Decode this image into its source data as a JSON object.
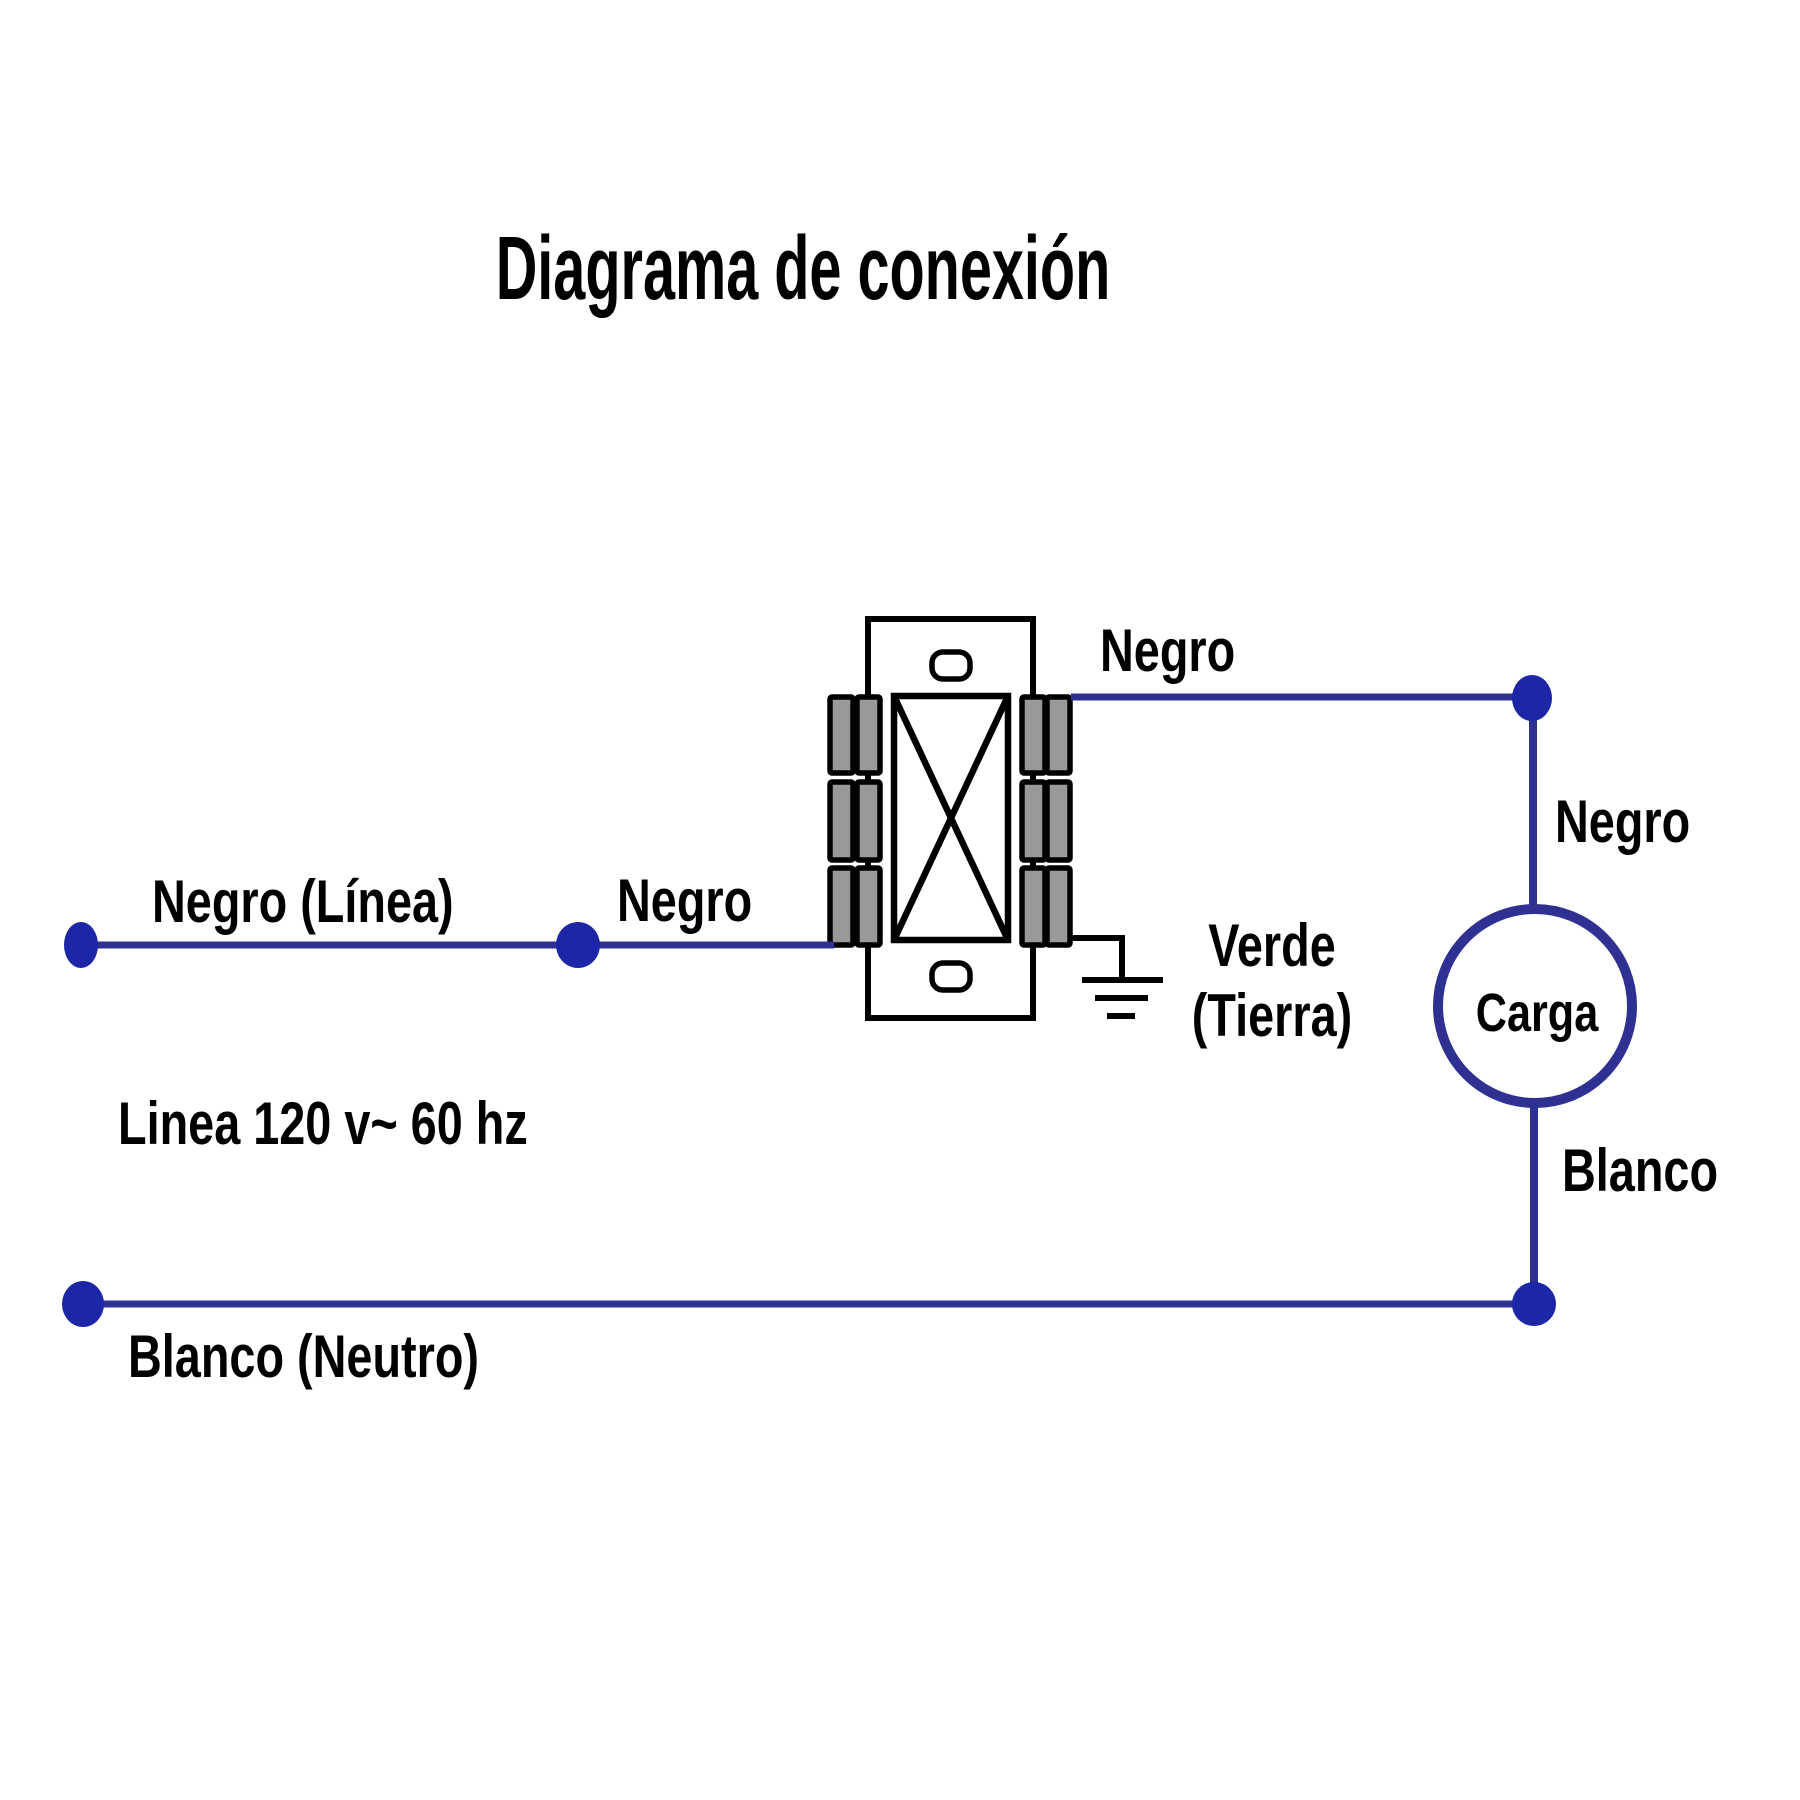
{
  "title": "Diagrama de conexión",
  "colors": {
    "wire-blue": "#2e3192",
    "dot-blue": "#1c26a7",
    "terminal-gray": "#999999",
    "line-black": "#000000",
    "background": "#ffffff"
  },
  "wire_labels": {
    "line_in": "Negro (Línea)",
    "to_switch": "Negro",
    "from_switch": "Negro",
    "to_load": "Negro",
    "ground_line1": "Verde",
    "ground_line2": "(Tierra)",
    "load": "Carga",
    "from_load": "Blanco",
    "neutral": "Blanco (Neutro)",
    "line_rating": "Linea 120 v~ 60 hz"
  }
}
